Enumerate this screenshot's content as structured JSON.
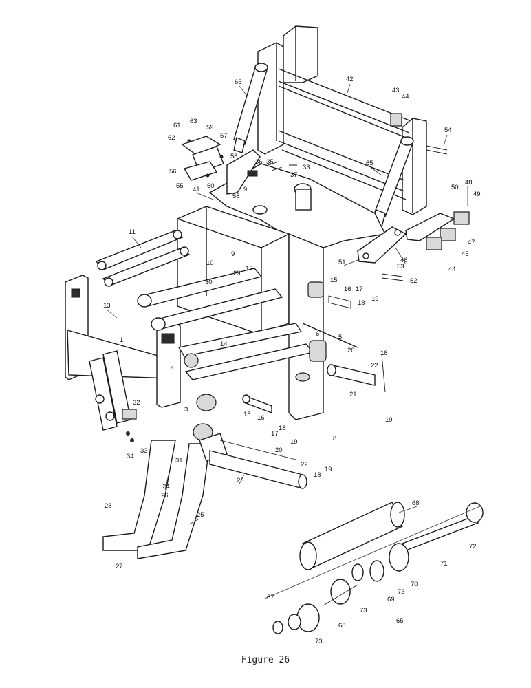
{
  "caption": "Figure 26",
  "callouts": {
    "c1": "1",
    "c3": "3",
    "c4": "4",
    "c5": "5",
    "c6": "6",
    "c8": "8",
    "c9a": "9",
    "c9b": "9",
    "c10": "10",
    "c11": "11",
    "c12": "12",
    "c13": "13",
    "c14": "14",
    "c15a": "15",
    "c15b": "15",
    "c16a": "16",
    "c16b": "16",
    "c17a": "17",
    "c17b": "17",
    "c18a": "18",
    "c18b": "18",
    "c18c": "18",
    "c18d": "18",
    "c19a": "19",
    "c19b": "19",
    "c19c": "19",
    "c19d": "19",
    "c20a": "20",
    "c20b": "20",
    "c21": "21",
    "c22a": "22",
    "c22b": "22",
    "c23": "23",
    "c24": "24",
    "c25": "25",
    "c26": "26",
    "c27": "27",
    "c28": "28",
    "c29": "29",
    "c30": "30",
    "c31": "31",
    "c32": "32",
    "c33a": "33",
    "c33b": "33",
    "c34": "34",
    "c35": "35",
    "c36": "36",
    "c37": "37",
    "c41": "41",
    "c42": "42",
    "c43": "43",
    "c44a": "44",
    "c44b": "44",
    "c45": "45",
    "c46": "46",
    "c47": "47",
    "c48": "48",
    "c49": "49",
    "c50": "50",
    "c51": "51",
    "c52": "52",
    "c53": "53",
    "c54": "54",
    "c55": "55",
    "c56": "56",
    "c57": "57",
    "c58a": "58",
    "c58b": "58",
    "c59": "59",
    "c60": "60",
    "c61": "61",
    "c62": "62",
    "c63": "63",
    "c65a": "65",
    "c65b": "65",
    "c65c": "65",
    "c67": "67",
    "c68a": "68",
    "c68b": "68",
    "c69": "69",
    "c70": "70",
    "c71": "71",
    "c72": "72",
    "c73a": "73",
    "c73b": "73",
    "c73c": "73"
  }
}
